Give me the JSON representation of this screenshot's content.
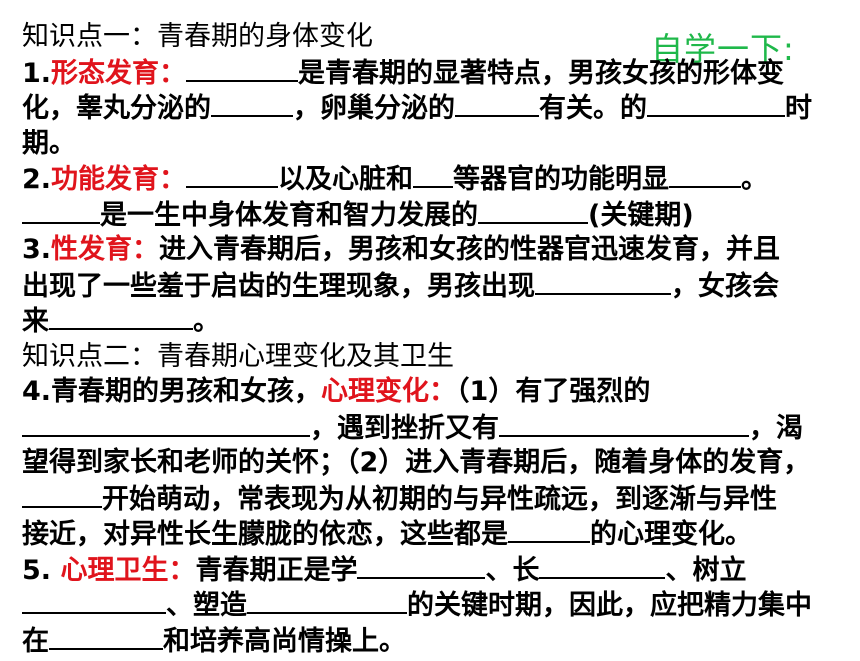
{
  "stamp": "自学一下:",
  "l1": "知识点一：青春期的身体变化",
  "p1": {
    "num": "1.",
    "label": "形态发育：",
    "t1": "是青春期的显著特点，男孩女孩的形体变",
    "t2": "化，睾丸分泌的",
    "t3": "，卵巢分泌的",
    "t4": "有关。的",
    "t5": "时",
    "t6": "期。"
  },
  "p2": {
    "num": "2.",
    "label": "功能发育：",
    "t1": "以及心脏和",
    "t2": "等器官的功能明显",
    "t3": "。",
    "t4": "是一生中身体发育和智力发展的",
    "t5": "(关键期)"
  },
  "p3": {
    "num": "3.",
    "label": "性发育：",
    "t1": "进入青春期后，男孩和女孩的性器官迅速发育，并且",
    "t2": "出现了一些羞于启齿的生理现象，男孩出现",
    "t3": "，女孩会",
    "t4": "来",
    "t5": "。"
  },
  "l2": "知识点二：青春期心理变化及其卫生",
  "p4": {
    "num": "4.",
    "t0": "青春期的男孩和女孩，",
    "label": "心理变化：",
    "t1": "（1）有了强烈的",
    "t2": "，遇到挫折又有",
    "t3": "，渴",
    "t4": "望得到家长和老师的关怀；（2）进入青春期后，随着身体的发育，",
    "t5": "开始萌动，常表现为从初期的与异性疏远，到逐渐与异性",
    "t6": "接近，对异性长生朦胧的依恋，这些都是",
    "t7": "的心理变化。"
  },
  "p5": {
    "num": "5. ",
    "label": "心理卫生：",
    "t1": "青春期正是学",
    "t2": "、长",
    "t3": "、树立",
    "t4": "、塑造",
    "t5": "的关键时期，因此，应把精力集中",
    "t6": "在",
    "t7": "和培养高尚情操上。"
  }
}
